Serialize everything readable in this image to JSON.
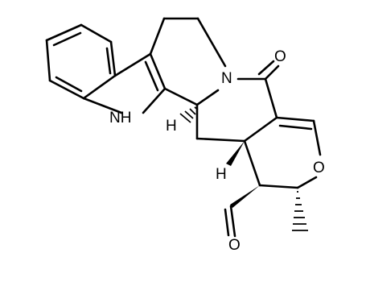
{
  "atoms": {
    "N_indole": "NH",
    "N_ring": "N",
    "O_ketone": "O",
    "O_pyran": "O",
    "O_aldehyde": "O",
    "H_upper": "H",
    "H_lower": "H",
    "methyl": ""
  },
  "colors": {
    "carbon": "#000000",
    "nitrogen": "#1a1acc",
    "oxygen": "#cc0000"
  }
}
